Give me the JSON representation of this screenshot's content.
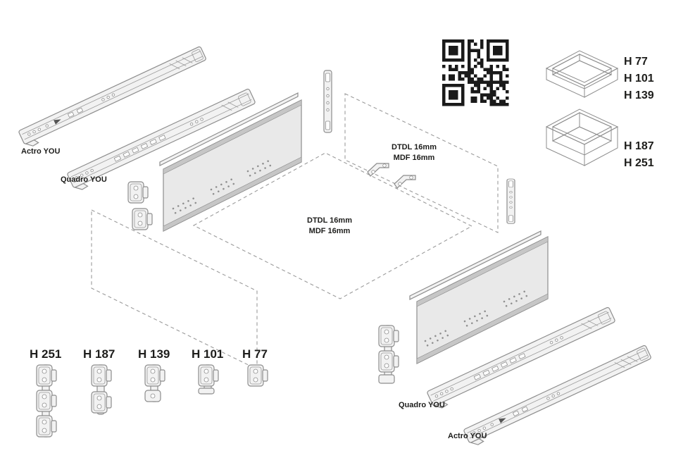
{
  "colors": {
    "background": "#ffffff",
    "line": "#8d8d8d",
    "panel_fill": "#e9e9e9",
    "panel_band": "#c6c6c6",
    "dash_line": "#9b9b9b",
    "text": "#1d1d1b",
    "qr": "#1a1a1a",
    "dark_face": "#a8a8a8"
  },
  "slides": {
    "top": [
      {
        "label": "Actro YOU"
      },
      {
        "label": "Quadro YOU"
      }
    ],
    "bottom": [
      {
        "label": "Quadro YOU"
      },
      {
        "label": "Actro YOU"
      }
    ]
  },
  "panels": {
    "back": {
      "line1": "DTDL 16mm",
      "line2": "MDF 16mm"
    },
    "bottom": {
      "line1": "DTDL 16mm",
      "line2": "MDF 16mm"
    }
  },
  "drawer_heights": {
    "shallow": [
      "H 77",
      "H 101",
      "H 139"
    ],
    "deep": [
      "H 187",
      "H 251"
    ]
  },
  "bracket_heights": [
    "H 251",
    "H 187",
    "H 139",
    "H 101",
    "H 77"
  ],
  "qr": {
    "modules": 21
  }
}
